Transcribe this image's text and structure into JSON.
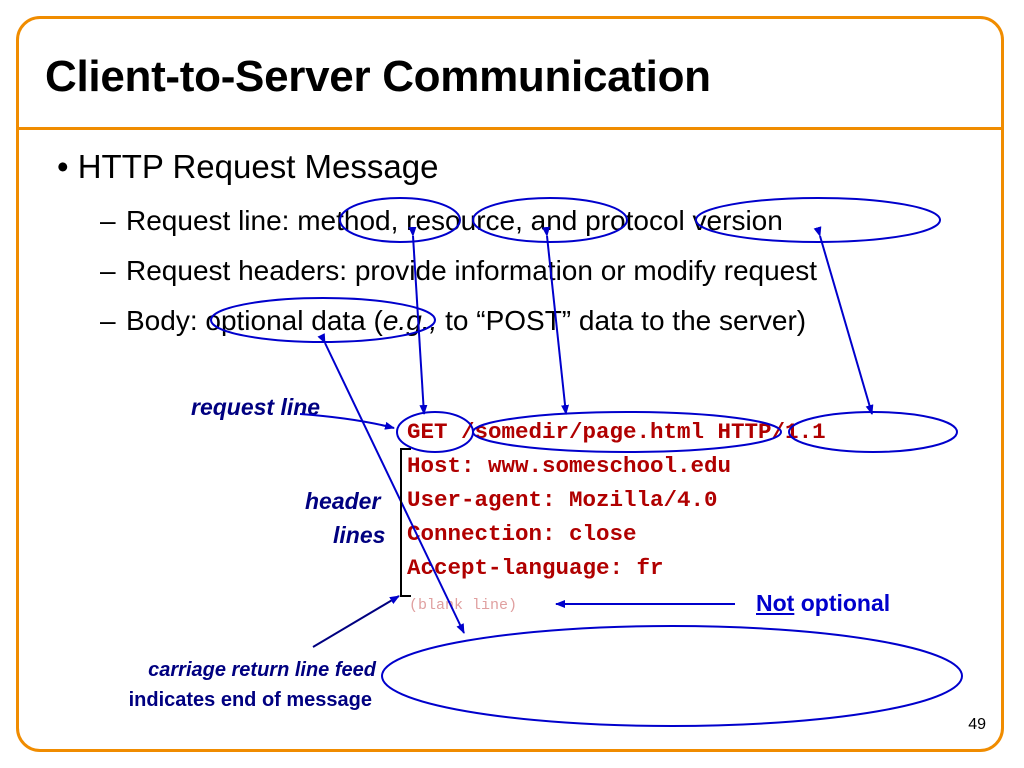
{
  "slide": {
    "title": "Client-to-Server Communication",
    "page_number": "49",
    "bullet": "• HTTP Request Message",
    "dash": "–",
    "subitems": [
      "Request line:  method, resource, and protocol version",
      "Request headers:  provide information or modify request",
      "Body:  optional data ("
    ],
    "body_eg": "e.g.,",
    "body_rest": " to “POST” data to the server)"
  },
  "request": {
    "lines": [
      "GET /somedir/page.html HTTP/1.1",
      "Host: www.someschool.edu",
      "User-agent: Mozilla/4.0",
      "Connection: close",
      "Accept-language: fr"
    ],
    "blank": "(blank line)"
  },
  "labels": {
    "request_line": "request line",
    "header": "header",
    "lines": "lines",
    "not": "Not",
    "optional": " optional",
    "crlf_1": "carriage return line feed",
    "crlf_2": "indicates end of message"
  },
  "colors": {
    "accent_orange": "#f08c00",
    "annotation_blue": "#0000cc",
    "code_red": "#b00000"
  }
}
